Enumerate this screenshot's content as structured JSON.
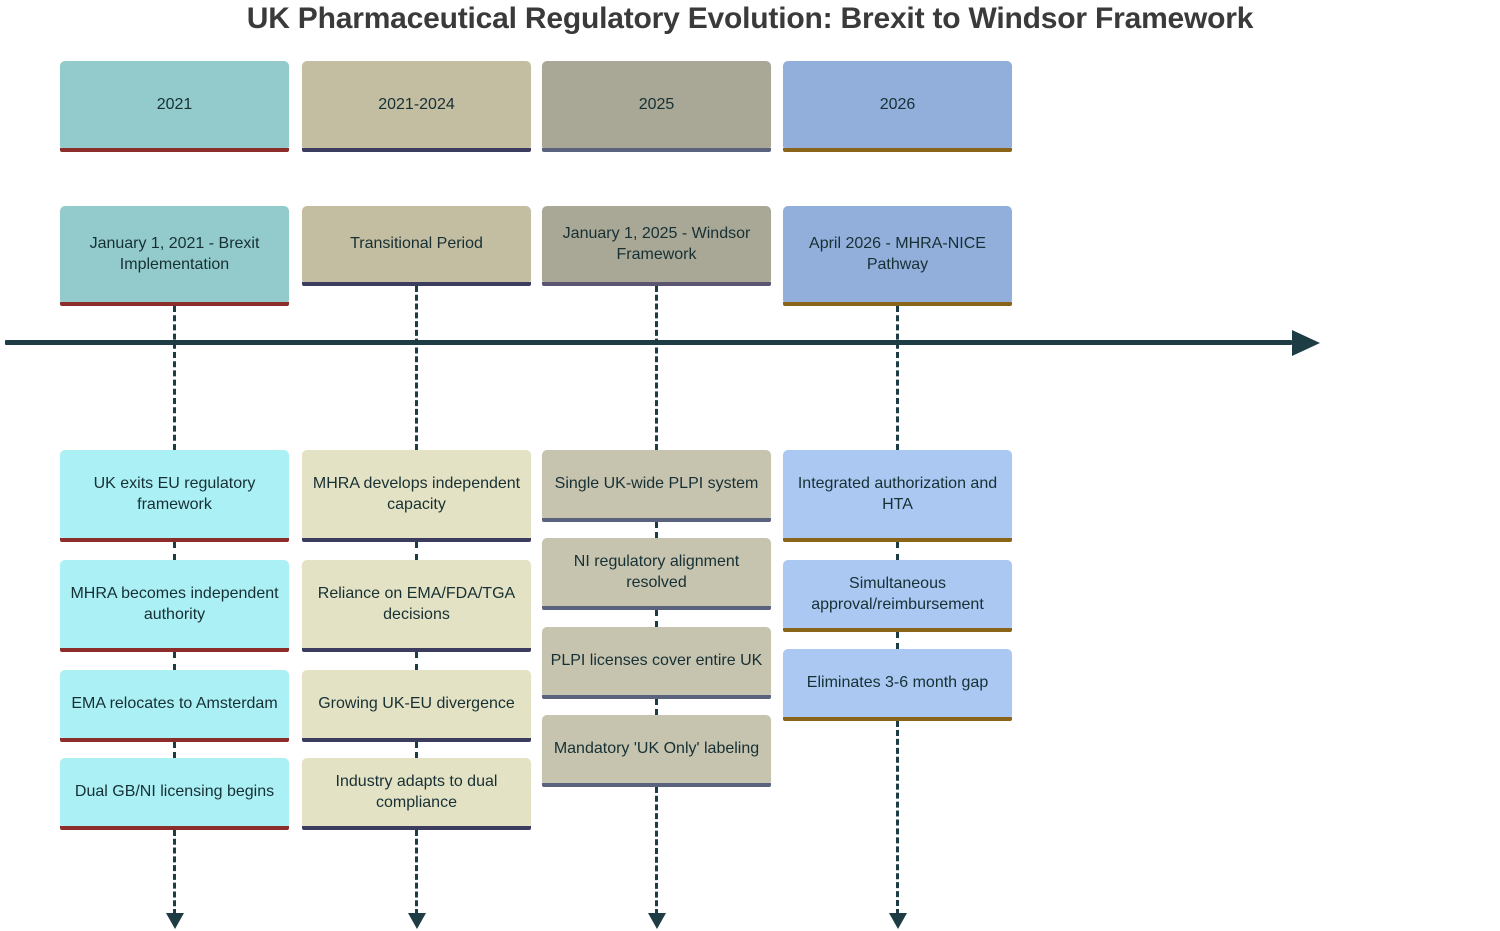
{
  "title": "UK Pharmaceutical Regulatory Evolution: Brexit to Windsor Framework",
  "theme": {
    "axis_color": "#1d3c44",
    "connector_color": "#1d3c44",
    "text_color": "#173034",
    "title_color": "#3a3a3a",
    "background": "#ffffff"
  },
  "axis": {
    "label": "timeline-axis",
    "direction": "left-to-right",
    "arrow": "right-arrow-icon"
  },
  "columns": [
    {
      "id": "col-2021",
      "period_label": "2021",
      "period_fill": "#93cbcc",
      "period_bar": "#8c2d2b",
      "event_label": "January 1, 2021 - Brexit Implementation",
      "event_fill": "#93cbcc",
      "event_bar": "#8c2d2b",
      "detail_fill": "#aaf0f5",
      "detail_bar": "#8c2d2b",
      "details": [
        "UK exits EU regulatory framework",
        "MHRA becomes independent authority",
        "EMA relocates to Amsterdam",
        "Dual GB/NI licensing begins"
      ]
    },
    {
      "id": "col-2021-2024",
      "period_label": "2021-2024",
      "period_fill": "#c3bda1",
      "period_bar": "#3b3c5e",
      "event_label": "Transitional Period",
      "event_fill": "#c3bda1",
      "event_bar": "#3b3c5e",
      "detail_fill": "#e4e2c4",
      "detail_bar": "#3b3c5e",
      "details": [
        "MHRA develops independent capacity",
        "Reliance on EMA/FDA/TGA decisions",
        "Growing UK-EU divergence",
        "Industry adapts to dual compliance"
      ]
    },
    {
      "id": "col-2025",
      "period_label": "2025",
      "period_fill": "#a9a795",
      "period_bar": "#5b627e",
      "event_label": "January 1, 2025 - Windsor Framework",
      "event_fill": "#a9a795",
      "event_bar": "#5b5570",
      "detail_fill": "#c6c3af",
      "detail_bar": "#5b627e",
      "details": [
        "Single UK-wide PLPI system",
        "NI regulatory alignment resolved",
        "PLPI licenses cover entire UK",
        "Mandatory 'UK Only' labeling"
      ]
    },
    {
      "id": "col-2026",
      "period_label": "2026",
      "period_fill": "#92aedb",
      "period_bar": "#8a6419",
      "event_label": "April 2026 - MHRA-NICE Pathway",
      "event_fill": "#92aedb",
      "event_bar": "#8a6419",
      "detail_fill": "#aac8f2",
      "detail_bar": "#8a6419",
      "details": [
        "Integrated authorization and HTA",
        "Simultaneous approval/reimbursement",
        "Eliminates 3-6 month gap"
      ]
    }
  ]
}
